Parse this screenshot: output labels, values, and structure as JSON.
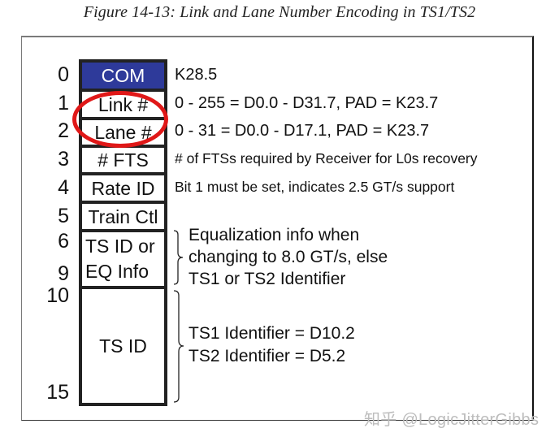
{
  "figure": {
    "caption": "Figure 14-13: Link and Lane Number Encoding in TS1/TS2"
  },
  "symbols": [
    {
      "index": "0",
      "label": "COM",
      "description": "K28.5"
    },
    {
      "index": "1",
      "label": "Link #",
      "description": "0 - 255 = D0.0 - D31.7,   PAD = K23.7"
    },
    {
      "index": "2",
      "label": "Lane #",
      "description": "0 - 31 = D0.0 - D17.1,   PAD = K23.7"
    },
    {
      "index": "3",
      "label": "# FTS",
      "description": "# of FTSs required by Receiver for L0s recovery"
    },
    {
      "index": "4",
      "label": "Rate ID",
      "description": "Bit 1 must be set, indicates 2.5 GT/s support"
    },
    {
      "index": "5",
      "label": "Train Ctl",
      "description": ""
    },
    {
      "index_start": "6",
      "index_end": "9",
      "label_line1": "TS ID or",
      "label_line2": "EQ Info",
      "description_lines": [
        "Equalization info when",
        "changing to 8.0 GT/s, else",
        "TS1 or TS2 Identifier"
      ]
    },
    {
      "index_start": "10",
      "index_end": "15",
      "label": "TS ID",
      "description_lines": [
        "TS1 Identifier = D10.2",
        "TS2 Identifier = D5.2"
      ]
    }
  ],
  "highlight": {
    "shape": "ellipse",
    "color": "#e01818",
    "target": [
      "Link #",
      "Lane #"
    ]
  },
  "colors": {
    "com_fill": "#2e3a9a",
    "highlight": "#e01818"
  },
  "watermark": "知乎 @LogicJitterGibbs"
}
